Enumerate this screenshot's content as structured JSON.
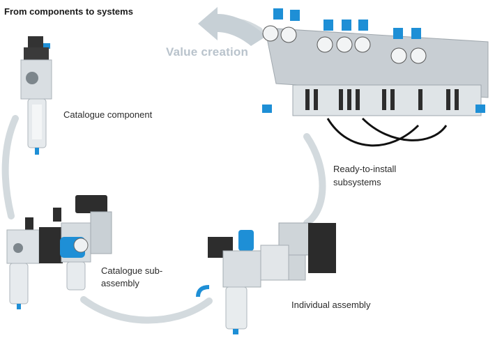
{
  "title": "From components to systems",
  "value_label": "Value creation",
  "stages": {
    "catalogue_component": "Catalogue component",
    "ready_line1": "Ready-to-install",
    "ready_line2": "subsystems",
    "individual_assembly": "Individual assembly",
    "sub_line1": "Catalogue sub-",
    "sub_line2": "assembly"
  },
  "colors": {
    "cycle": "#d3dade",
    "arrow": "#c7d0d6",
    "blue": "#1e8fd6",
    "metal": "#cfd5da",
    "dark": "#2a2a2a"
  }
}
